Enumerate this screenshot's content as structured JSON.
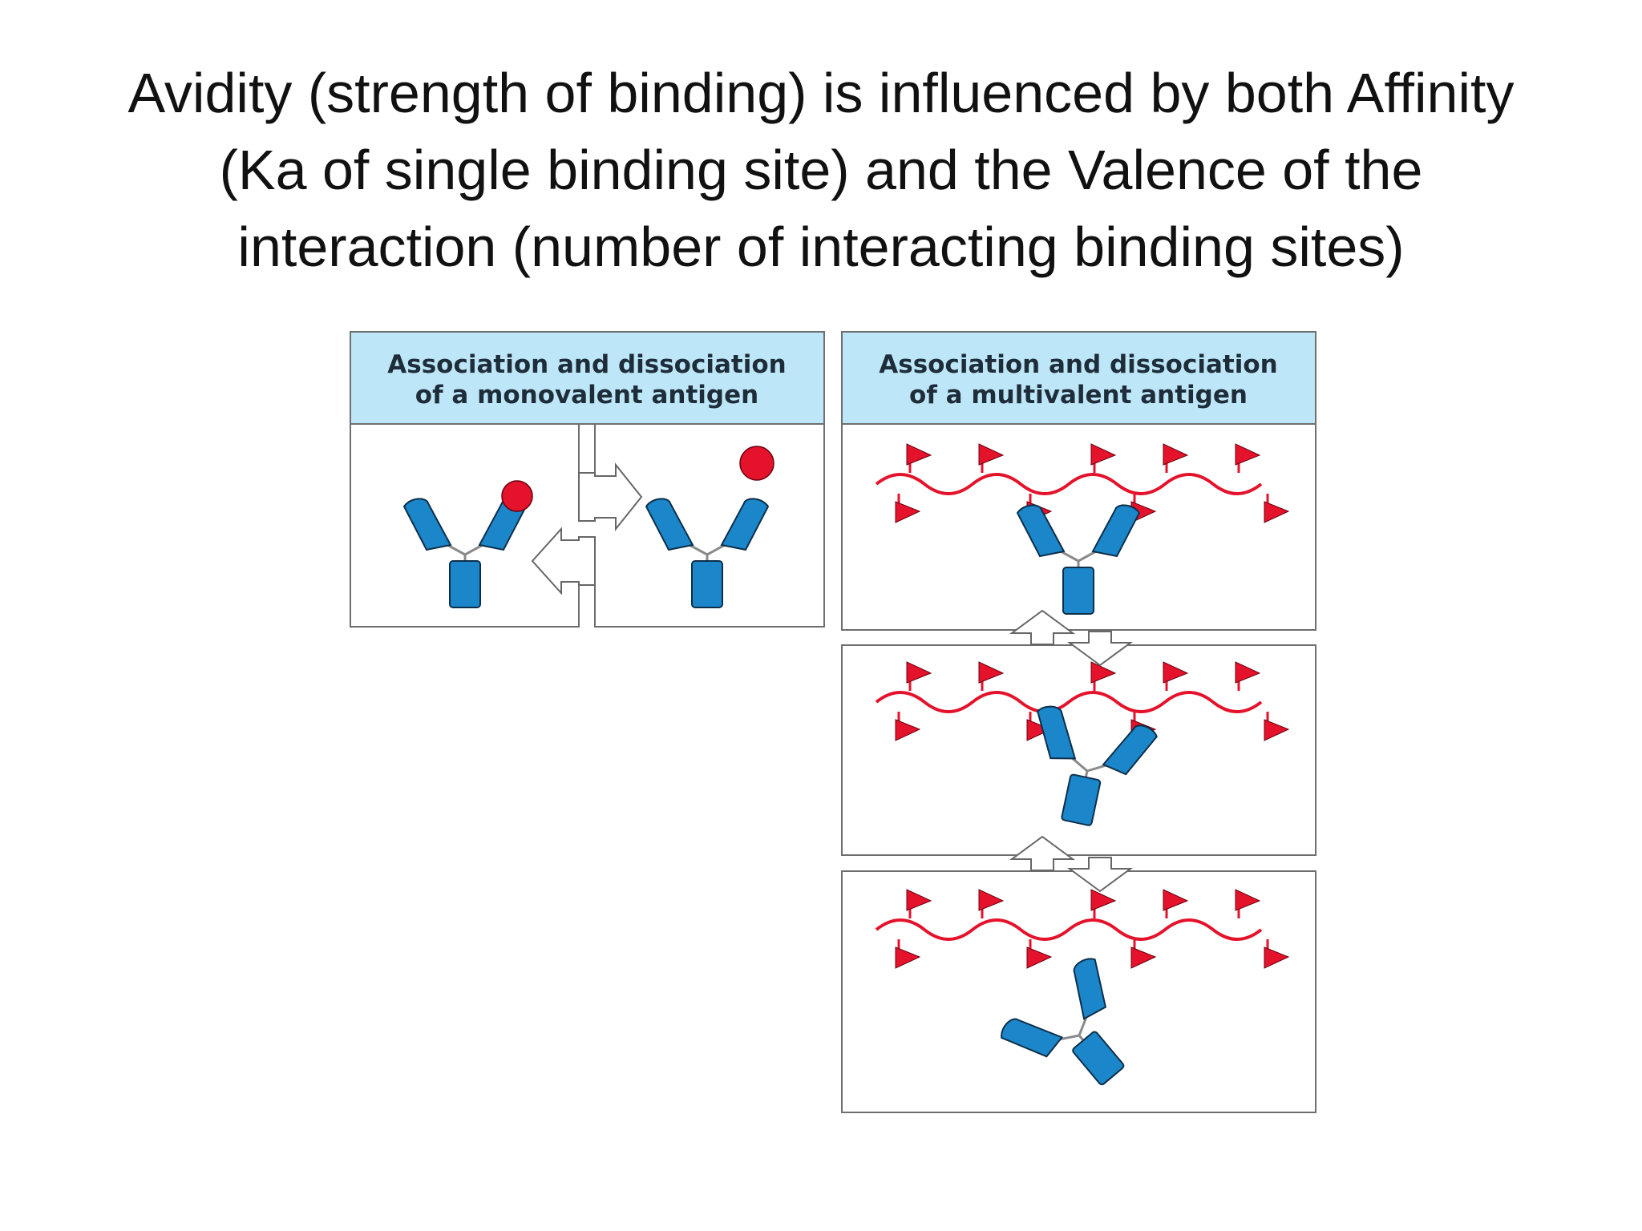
{
  "title": {
    "line1": "Avidity (strength of binding) is influenced by both Affinity",
    "line2": "(Ka of single binding site) and the Valence of the",
    "line3": "interaction (number of interacting binding sites)"
  },
  "panels": {
    "monovalent": {
      "header_line1": "Association and dissociation",
      "header_line2": "of a monovalent antigen"
    },
    "multivalent": {
      "header_line1": "Association and dissociation",
      "header_line2": "of a multivalent antigen"
    }
  },
  "colors": {
    "header_bg": "#bde7f8",
    "antibody": "#1b86c9",
    "antibody_stroke": "#0d2f4a",
    "antigen": "#e4122b",
    "border": "#6e6e6e"
  },
  "icons": [
    "antibody-icon",
    "antigen-sphere-icon",
    "antigen-chain-icon",
    "double-arrow-icon"
  ]
}
